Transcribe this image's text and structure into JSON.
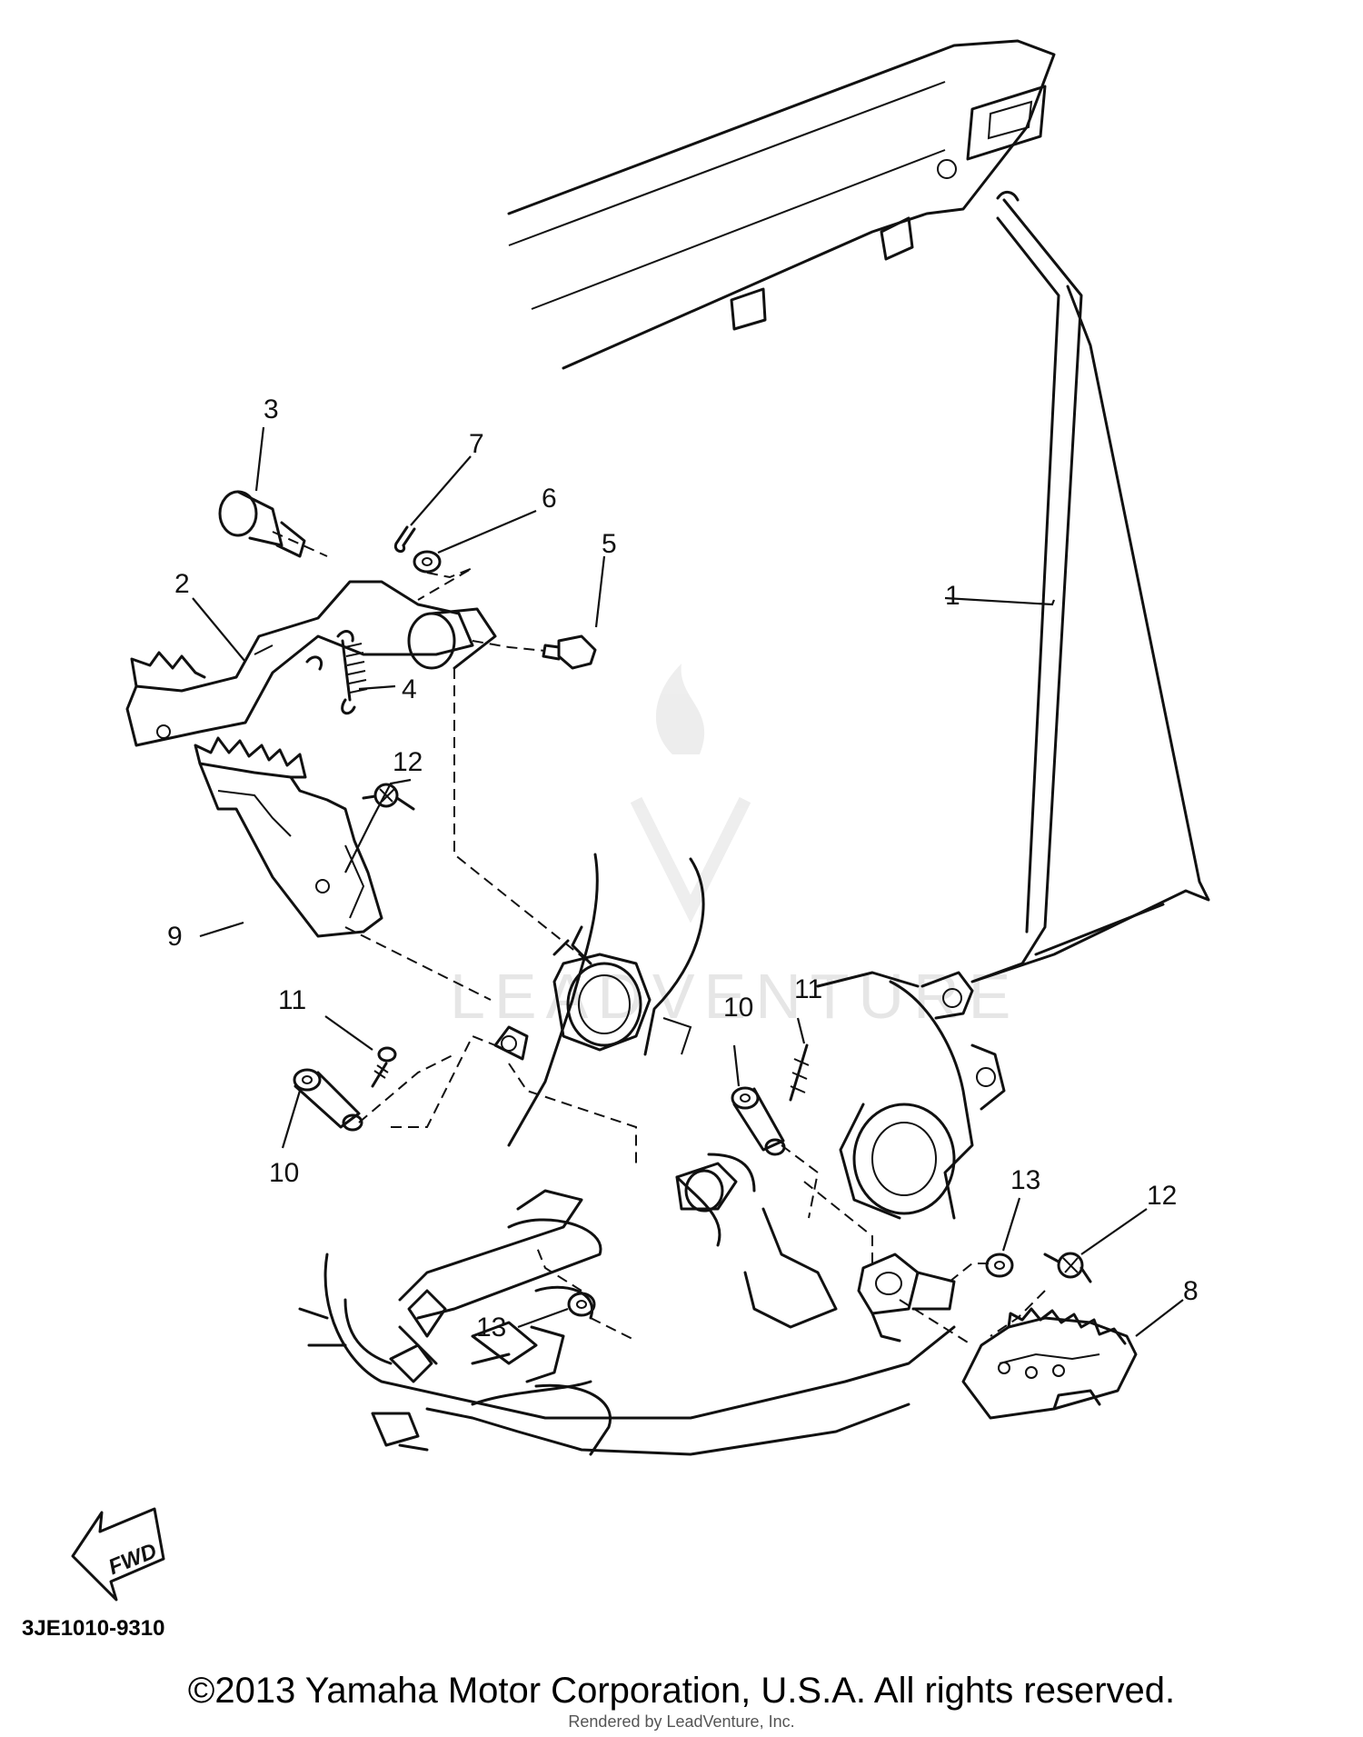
{
  "callouts": [
    {
      "id": "1",
      "label": "1"
    },
    {
      "id": "2",
      "label": "2"
    },
    {
      "id": "3",
      "label": "3"
    },
    {
      "id": "4",
      "label": "4"
    },
    {
      "id": "5",
      "label": "5"
    },
    {
      "id": "6",
      "label": "6"
    },
    {
      "id": "7",
      "label": "7"
    },
    {
      "id": "8",
      "label": "8"
    },
    {
      "id": "9",
      "label": "9"
    },
    {
      "id": "10a",
      "label": "10"
    },
    {
      "id": "10b",
      "label": "10"
    },
    {
      "id": "11a",
      "label": "11"
    },
    {
      "id": "11b",
      "label": "11"
    },
    {
      "id": "12a",
      "label": "12"
    },
    {
      "id": "12b",
      "label": "12"
    },
    {
      "id": "13a",
      "label": "13"
    },
    {
      "id": "13b",
      "label": "13"
    }
  ],
  "direction_arrow": {
    "label": "FWD"
  },
  "diagram_code": "3JE1010-9310",
  "watermark": "LEADVENTURE",
  "copyright": "©2013 Yamaha Motor Corporation, U.S.A. All rights reserved.",
  "rendered_by": "Rendered by LeadVenture, Inc."
}
